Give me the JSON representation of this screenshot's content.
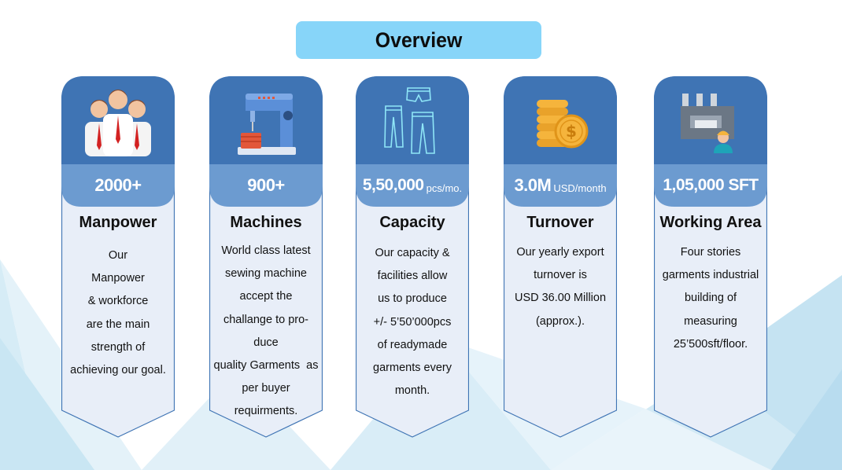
{
  "title": "Overview",
  "colors": {
    "title_bg": "#87d5f9",
    "card_header": "#3f74b4",
    "stat_band": "#6c9bd0",
    "card_body": "#e8eef8",
    "card_border": "#3f74b4"
  },
  "cards": [
    {
      "icon": "people-icon",
      "stat": "2000+",
      "unit": "",
      "title": "Manpower",
      "lines": [
        "Our",
        "Manpower",
        "& workforce",
        "are the main",
        "strength of",
        "achieving our goal."
      ]
    },
    {
      "icon": "sewing-machine-icon",
      "stat": "900+",
      "unit": "",
      "title": "Machines",
      "lines": [
        "World class latest",
        "sewing machine",
        "accept the",
        "challange to pro-",
        "duce",
        "quality Garments  as",
        "per buyer",
        "requirments."
      ]
    },
    {
      "icon": "garments-icon",
      "stat": "5,50,000",
      "unit": "pcs/mo.",
      "title": "Capacity",
      "lines": [
        "Our capacity &",
        "facilities allow",
        "us to produce",
        "+/- 5’50’000pcs",
        "of readymade",
        "garments every",
        "month."
      ]
    },
    {
      "icon": "coins-icon",
      "stat": "3.0M",
      "unit": "USD/month",
      "title": "Turnover",
      "lines": [
        "Our yearly export",
        "turnover is",
        "USD 36.00 Million",
        "(approx.)."
      ]
    },
    {
      "icon": "factory-icon",
      "stat": "1,05,000 SFT",
      "unit": "",
      "title": "Working Area",
      "lines": [
        "Four stories",
        "garments industrial",
        "building of",
        "measuring",
        "25’500sft/floor."
      ]
    }
  ]
}
